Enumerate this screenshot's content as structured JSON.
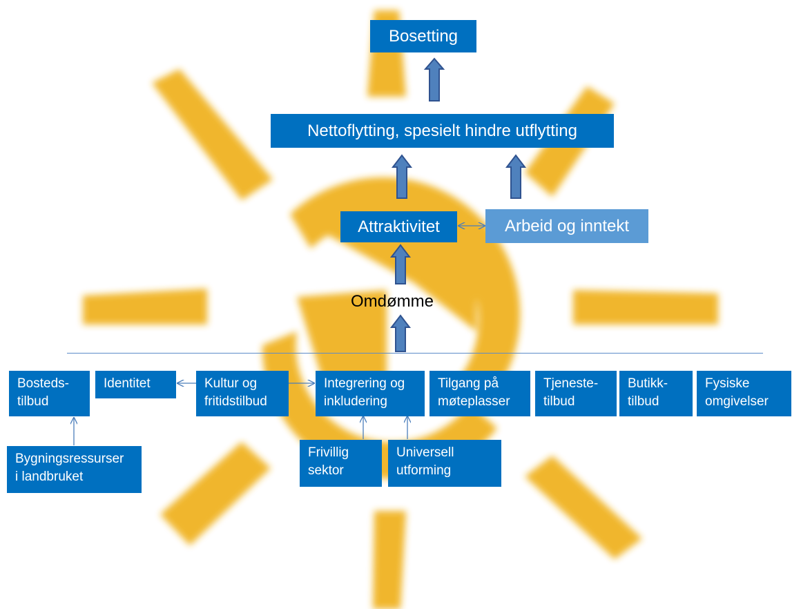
{
  "colors": {
    "box_dark": "#0070c0",
    "box_light": "#5b9bd5",
    "arrow_fill": "#4f81bd",
    "arrow_stroke": "#2f528f",
    "sun": "#f0b323",
    "connector": "#4a7ebb"
  },
  "top": {
    "bosetting": "Bosetting",
    "nettoflytting": "Nettoflytting, spesielt hindre utflytting",
    "attraktivitet": "Attraktivitet",
    "arbeid": "Arbeid og inntekt",
    "omdomme": "Omdømme"
  },
  "factors": [
    "Bosteds-\ntilbud",
    "Identitet",
    "Kultur og\nfritidstilbud",
    "Integrering og\ninkludering",
    "Tilgang på\nmøteplasser",
    "Tjeneste-\ntilbud",
    "Butikk-\ntilbud",
    "Fysiske\nomgivelser"
  ],
  "subfactors": [
    "Bygningsressurser\ni landbruket",
    "Frivillig\nsektor",
    "Universell\nutforming"
  ]
}
